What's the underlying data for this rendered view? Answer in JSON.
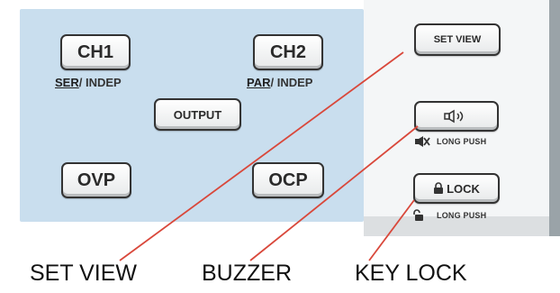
{
  "panel": {
    "ch1": {
      "label": "CH1",
      "mode_underlined": "SER",
      "mode_rest": "/ INDEP"
    },
    "ch2": {
      "label": "CH2",
      "mode_underlined": "PAR",
      "mode_rest": "/ INDEP"
    },
    "output_label": "OUTPUT",
    "ovp_label": "OVP",
    "ocp_label": "OCP"
  },
  "side": {
    "set_view_label": "SET VIEW",
    "buzzer_long_push": "LONG PUSH",
    "lock_label": "LOCK",
    "lock_long_push": "LONG PUSH"
  },
  "callouts": {
    "set_view": "SET VIEW",
    "buzzer": "BUZZER",
    "key_lock": "KEY LOCK",
    "line_color": "#d9483b"
  }
}
